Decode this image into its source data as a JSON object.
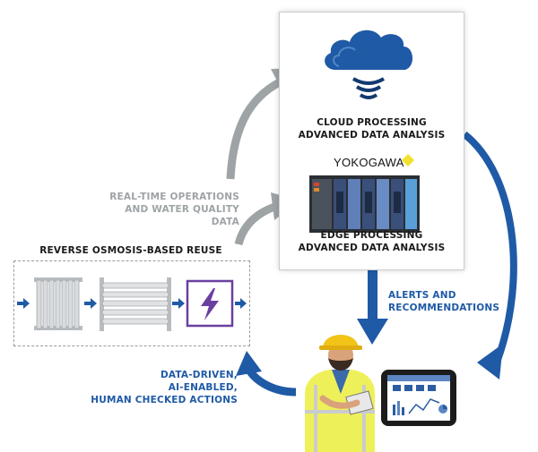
{
  "cloud_panel": {
    "cloud_title_line1": "CLOUD PROCESSING",
    "cloud_title_line2": "ADVANCED DATA ANALYSIS",
    "brand": "YOKOGAWA",
    "edge_title_line1": "EDGE PROCESSING",
    "edge_title_line2": "ADVANCED DATA ANALYSIS"
  },
  "realtime_label": {
    "line1": "REAL-TIME OPERATIONS",
    "line2": "AND WATER QUALITY DATA"
  },
  "ro": {
    "title": "REVERSE OSMOSIS-BASED REUSE"
  },
  "alerts_label": {
    "line1": "ALERTS AND",
    "line2": "RECOMMENDATIONS"
  },
  "actions_label": {
    "line1": "DATA-DRIVEN,",
    "line2": "AI-ENABLED,",
    "line3": "HUMAN CHECKED ACTIONS"
  },
  "colors": {
    "flow_blue": "#1f5aa6",
    "data_gray": "#9ea3a6",
    "brand_yellow": "#f2e230",
    "power_purple": "#6b3fa0"
  }
}
